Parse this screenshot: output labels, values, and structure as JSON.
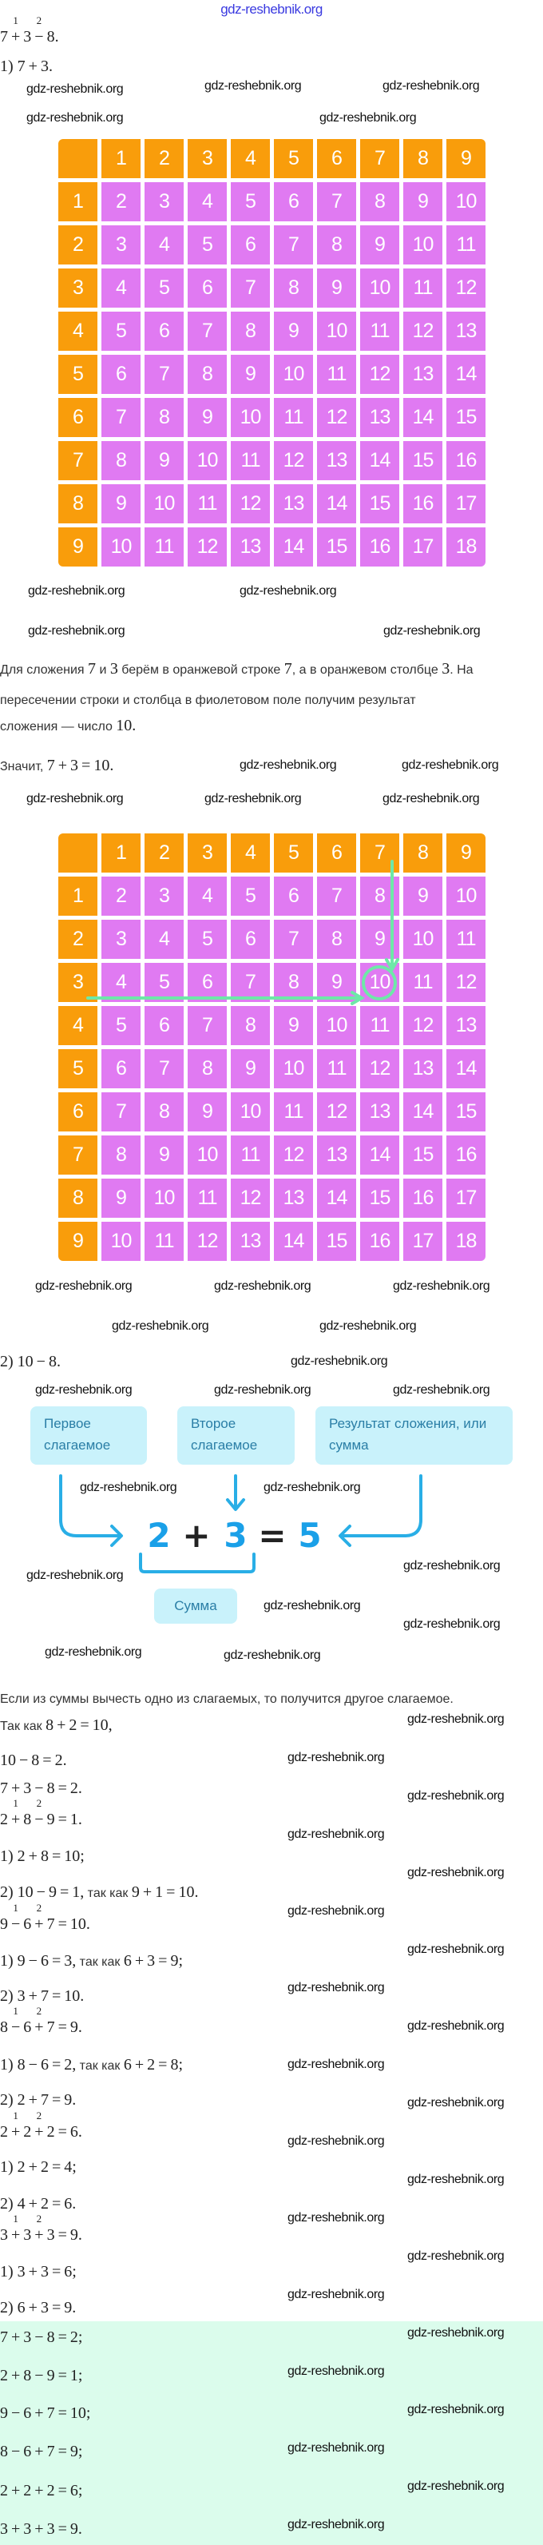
{
  "site_logo": "gdz-reshebnik.org",
  "watermark": "gdz-reshebnik.org",
  "colors": {
    "orange": "#f99d0b",
    "purple": "#e07af2",
    "highlight": "#6ee8a8",
    "diagram_blue": "#1aa0e8",
    "answer_bg": "#dbfcec"
  },
  "lines": [
    [
      [
        "m",
        "7"
      ],
      [
        "o",
        "+",
        "1"
      ],
      [
        "m",
        "3"
      ],
      [
        "o",
        "−",
        "2"
      ],
      [
        "m",
        "8."
      ]
    ],
    [
      [
        "m",
        "1) 7"
      ],
      [
        "o",
        "+"
      ],
      [
        "m",
        "3."
      ]
    ],
    [
      [
        "s",
        "Для сложения "
      ],
      [
        "m",
        "7"
      ],
      [
        "s",
        " и "
      ],
      [
        "m",
        "3"
      ],
      [
        "s",
        " берём в оранжевой строке "
      ],
      [
        "m",
        "7"
      ],
      [
        "s",
        ", а в оранжевом столбце "
      ],
      [
        "m",
        "3"
      ],
      [
        "s",
        ". На"
      ]
    ],
    [
      [
        "s",
        "пересечении строки и столбца в фиолетовом поле получим результат"
      ]
    ],
    [
      [
        "s",
        "сложения — число "
      ],
      [
        "m",
        "10."
      ]
    ],
    [
      [
        "s",
        "Значит, "
      ],
      [
        "m",
        "7"
      ],
      [
        "o",
        "+"
      ],
      [
        "m",
        "3"
      ],
      [
        "o",
        "="
      ],
      [
        "m",
        "10."
      ]
    ],
    [
      [
        "m",
        "2) 10"
      ],
      [
        "o",
        "−"
      ],
      [
        "m",
        "8."
      ]
    ],
    [
      [
        "s",
        "Если из суммы вычесть одно из слагаемых, то получится другое слагаемое."
      ]
    ],
    [
      [
        "s",
        "Так как "
      ],
      [
        "m",
        "8"
      ],
      [
        "o",
        "+"
      ],
      [
        "m",
        "2"
      ],
      [
        "o",
        "="
      ],
      [
        "m",
        "10,"
      ]
    ],
    [
      [
        "m",
        "10"
      ],
      [
        "o",
        "−"
      ],
      [
        "m",
        "8"
      ],
      [
        "o",
        "="
      ],
      [
        "m",
        "2."
      ]
    ],
    [
      [
        "m",
        "7"
      ],
      [
        "o",
        "+"
      ],
      [
        "m",
        "3"
      ],
      [
        "o",
        "−"
      ],
      [
        "m",
        "8"
      ],
      [
        "o",
        "="
      ],
      [
        "m",
        "2."
      ]
    ],
    [
      [
        "m",
        "2"
      ],
      [
        "o",
        "+",
        "1"
      ],
      [
        "m",
        "8"
      ],
      [
        "o",
        "−",
        "2"
      ],
      [
        "m",
        "9"
      ],
      [
        "o",
        "="
      ],
      [
        "m",
        "1."
      ]
    ],
    [
      [
        "m",
        "1) 2"
      ],
      [
        "o",
        "+"
      ],
      [
        "m",
        "8"
      ],
      [
        "o",
        "="
      ],
      [
        "m",
        "10;"
      ]
    ],
    [
      [
        "m",
        "2) 10"
      ],
      [
        "o",
        "−"
      ],
      [
        "m",
        "9"
      ],
      [
        "o",
        "="
      ],
      [
        "m",
        "1,"
      ],
      [
        "s",
        " так как "
      ],
      [
        "m",
        "9"
      ],
      [
        "o",
        "+"
      ],
      [
        "m",
        "1"
      ],
      [
        "o",
        "="
      ],
      [
        "m",
        "10."
      ]
    ],
    [
      [
        "m",
        "9"
      ],
      [
        "o",
        "−",
        "1"
      ],
      [
        "m",
        "6"
      ],
      [
        "o",
        "+",
        "2"
      ],
      [
        "m",
        "7"
      ],
      [
        "o",
        "="
      ],
      [
        "m",
        "10."
      ]
    ],
    [
      [
        "m",
        "1) 9"
      ],
      [
        "o",
        "−"
      ],
      [
        "m",
        "6"
      ],
      [
        "o",
        "="
      ],
      [
        "m",
        "3,"
      ],
      [
        "s",
        " так как "
      ],
      [
        "m",
        "6"
      ],
      [
        "o",
        "+"
      ],
      [
        "m",
        "3"
      ],
      [
        "o",
        "="
      ],
      [
        "m",
        "9;"
      ]
    ],
    [
      [
        "m",
        "2) 3"
      ],
      [
        "o",
        "+"
      ],
      [
        "m",
        "7"
      ],
      [
        "o",
        "="
      ],
      [
        "m",
        "10."
      ]
    ],
    [
      [
        "m",
        "8"
      ],
      [
        "o",
        "−",
        "1"
      ],
      [
        "m",
        "6"
      ],
      [
        "o",
        "+",
        "2"
      ],
      [
        "m",
        "7"
      ],
      [
        "o",
        "="
      ],
      [
        "m",
        "9."
      ]
    ],
    [
      [
        "m",
        "1) 8"
      ],
      [
        "o",
        "−"
      ],
      [
        "m",
        "6"
      ],
      [
        "o",
        "="
      ],
      [
        "m",
        "2,"
      ],
      [
        "s",
        " так как "
      ],
      [
        "m",
        "6"
      ],
      [
        "o",
        "+"
      ],
      [
        "m",
        "2"
      ],
      [
        "o",
        "="
      ],
      [
        "m",
        "8;"
      ]
    ],
    [
      [
        "m",
        "2) 2"
      ],
      [
        "o",
        "+"
      ],
      [
        "m",
        "7"
      ],
      [
        "o",
        "="
      ],
      [
        "m",
        "9."
      ]
    ],
    [
      [
        "m",
        "2"
      ],
      [
        "o",
        "+",
        "1"
      ],
      [
        "m",
        "2"
      ],
      [
        "o",
        "+",
        "2"
      ],
      [
        "m",
        "2"
      ],
      [
        "o",
        "="
      ],
      [
        "m",
        "6."
      ]
    ],
    [
      [
        "m",
        "1) 2"
      ],
      [
        "o",
        "+"
      ],
      [
        "m",
        "2"
      ],
      [
        "o",
        "="
      ],
      [
        "m",
        "4;"
      ]
    ],
    [
      [
        "m",
        "2) 4"
      ],
      [
        "o",
        "+"
      ],
      [
        "m",
        "2"
      ],
      [
        "o",
        "="
      ],
      [
        "m",
        "6."
      ]
    ],
    [
      [
        "m",
        "3"
      ],
      [
        "o",
        "+",
        "1"
      ],
      [
        "m",
        "3"
      ],
      [
        "o",
        "+",
        "2"
      ],
      [
        "m",
        "3"
      ],
      [
        "o",
        "="
      ],
      [
        "m",
        "9."
      ]
    ],
    [
      [
        "m",
        "1) 3"
      ],
      [
        "o",
        "+"
      ],
      [
        "m",
        "3"
      ],
      [
        "o",
        "="
      ],
      [
        "m",
        "6;"
      ]
    ],
    [
      [
        "m",
        "2) 6"
      ],
      [
        "o",
        "+"
      ],
      [
        "m",
        "3"
      ],
      [
        "o",
        "="
      ],
      [
        "m",
        "9."
      ]
    ],
    [
      [
        "m",
        "7"
      ],
      [
        "o",
        "+"
      ],
      [
        "m",
        "3"
      ],
      [
        "o",
        "−"
      ],
      [
        "m",
        "8"
      ],
      [
        "o",
        "="
      ],
      [
        "m",
        "2;"
      ]
    ],
    [
      [
        "m",
        "2"
      ],
      [
        "o",
        "+"
      ],
      [
        "m",
        "8"
      ],
      [
        "o",
        "−"
      ],
      [
        "m",
        "9"
      ],
      [
        "o",
        "="
      ],
      [
        "m",
        "1;"
      ]
    ],
    [
      [
        "m",
        "9"
      ],
      [
        "o",
        "−"
      ],
      [
        "m",
        "6"
      ],
      [
        "o",
        "+"
      ],
      [
        "m",
        "7"
      ],
      [
        "o",
        "="
      ],
      [
        "m",
        "10;"
      ]
    ],
    [
      [
        "m",
        "8"
      ],
      [
        "o",
        "−"
      ],
      [
        "m",
        "6"
      ],
      [
        "o",
        "+"
      ],
      [
        "m",
        "7"
      ],
      [
        "o",
        "="
      ],
      [
        "m",
        "9;"
      ]
    ],
    [
      [
        "m",
        "2"
      ],
      [
        "o",
        "+"
      ],
      [
        "m",
        "2"
      ],
      [
        "o",
        "+"
      ],
      [
        "m",
        "2"
      ],
      [
        "o",
        "="
      ],
      [
        "m",
        "6;"
      ]
    ],
    [
      [
        "m",
        "3"
      ],
      [
        "o",
        "+"
      ],
      [
        "m",
        "3"
      ],
      [
        "o",
        "+"
      ],
      [
        "m",
        "3"
      ],
      [
        "o",
        "="
      ],
      [
        "m",
        "9."
      ]
    ]
  ],
  "tables": [
    {
      "header": [
        "",
        "1",
        "2",
        "3",
        "4",
        "5",
        "6",
        "7",
        "8",
        "9"
      ],
      "rows": [
        [
          "1",
          "2",
          "3",
          "4",
          "5",
          "6",
          "7",
          "8",
          "9",
          "10"
        ],
        [
          "2",
          "3",
          "4",
          "5",
          "6",
          "7",
          "8",
          "9",
          "10",
          "11"
        ],
        [
          "3",
          "4",
          "5",
          "6",
          "7",
          "8",
          "9",
          "10",
          "11",
          "12"
        ],
        [
          "4",
          "5",
          "6",
          "7",
          "8",
          "9",
          "10",
          "11",
          "12",
          "13"
        ],
        [
          "5",
          "6",
          "7",
          "8",
          "9",
          "10",
          "11",
          "12",
          "13",
          "14"
        ],
        [
          "6",
          "7",
          "8",
          "9",
          "10",
          "11",
          "12",
          "13",
          "14",
          "15"
        ],
        [
          "7",
          "8",
          "9",
          "10",
          "11",
          "12",
          "13",
          "14",
          "15",
          "16"
        ],
        [
          "8",
          "9",
          "10",
          "11",
          "12",
          "13",
          "14",
          "15",
          "16",
          "17"
        ],
        [
          "9",
          "10",
          "11",
          "12",
          "13",
          "14",
          "15",
          "16",
          "17",
          "18"
        ]
      ]
    },
    {
      "header": [
        "",
        "1",
        "2",
        "3",
        "4",
        "5",
        "6",
        "7",
        "8",
        "9"
      ],
      "rows": [
        [
          "1",
          "2",
          "3",
          "4",
          "5",
          "6",
          "7",
          "8",
          "9",
          "10"
        ],
        [
          "2",
          "3",
          "4",
          "5",
          "6",
          "7",
          "8",
          "9",
          "10",
          "11"
        ],
        [
          "3",
          "4",
          "5",
          "6",
          "7",
          "8",
          "9",
          "10",
          "11",
          "12"
        ],
        [
          "4",
          "5",
          "6",
          "7",
          "8",
          "9",
          "10",
          "11",
          "12",
          "13"
        ],
        [
          "5",
          "6",
          "7",
          "8",
          "9",
          "10",
          "11",
          "12",
          "13",
          "14"
        ],
        [
          "6",
          "7",
          "8",
          "9",
          "10",
          "11",
          "12",
          "13",
          "14",
          "15"
        ],
        [
          "7",
          "8",
          "9",
          "10",
          "11",
          "12",
          "13",
          "14",
          "15",
          "16"
        ],
        [
          "8",
          "9",
          "10",
          "11",
          "12",
          "13",
          "14",
          "15",
          "16",
          "17"
        ],
        [
          "9",
          "10",
          "11",
          "12",
          "13",
          "14",
          "15",
          "16",
          "17",
          "18"
        ]
      ],
      "highlight": {
        "row": "3",
        "column": "7",
        "result": "10"
      }
    }
  ],
  "diagram": {
    "first_addend": "Первое слагаемое",
    "second_addend": "Второе слагаемое",
    "result": "Результат сложения, или сумма",
    "sum_label": "Сумма",
    "equation": {
      "a": "2",
      "plus": "+",
      "b": "3",
      "eq": "=",
      "c": "5"
    }
  }
}
